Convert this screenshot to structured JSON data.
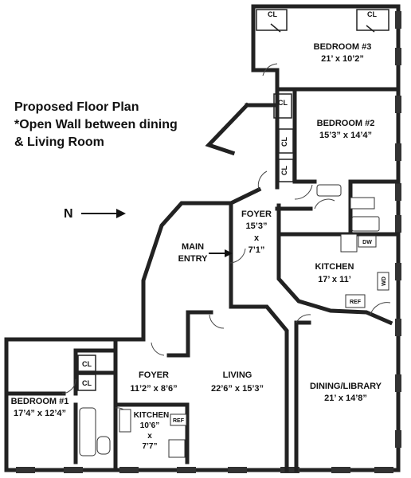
{
  "title_note": {
    "line1": "Proposed Floor Plan",
    "line2": "*Open Wall between dining",
    "line3": "& Living Room"
  },
  "compass": {
    "label": "N"
  },
  "rooms": {
    "bedroom3": {
      "name": "BEDROOM #3",
      "dims": "21’ x 10’2”"
    },
    "bedroom2": {
      "name": "BEDROOM #2",
      "dims": "15’3” x 14’4”"
    },
    "foyer_upper": {
      "name": "FOYER",
      "d1": "15’3”",
      "x": "x",
      "d2": "7’1”"
    },
    "main_entry": {
      "line1": "MAIN",
      "line2": "ENTRY"
    },
    "kitchen_upper": {
      "name": "KITCHEN",
      "dims": "17’ x 11’"
    },
    "foyer_lower": {
      "name": "FOYER",
      "dims": "11’2” x 8’6”"
    },
    "living": {
      "name": "LIVING",
      "dims": "22’6” x 15’3”"
    },
    "dining": {
      "name": "DINING/LIBRARY",
      "dims": "21’ x 14’8”"
    },
    "bedroom1": {
      "name": "BEDROOM #1",
      "dims": "17’4” x 12’4”"
    },
    "kitchen_lower": {
      "name": "KITCHEN",
      "d1": "10’6”",
      "x": "x",
      "d2": "7’7”"
    }
  },
  "closets": {
    "label": "CL"
  },
  "fixtures": {
    "dw": "DW",
    "ref": "REF",
    "wd": "WD"
  }
}
